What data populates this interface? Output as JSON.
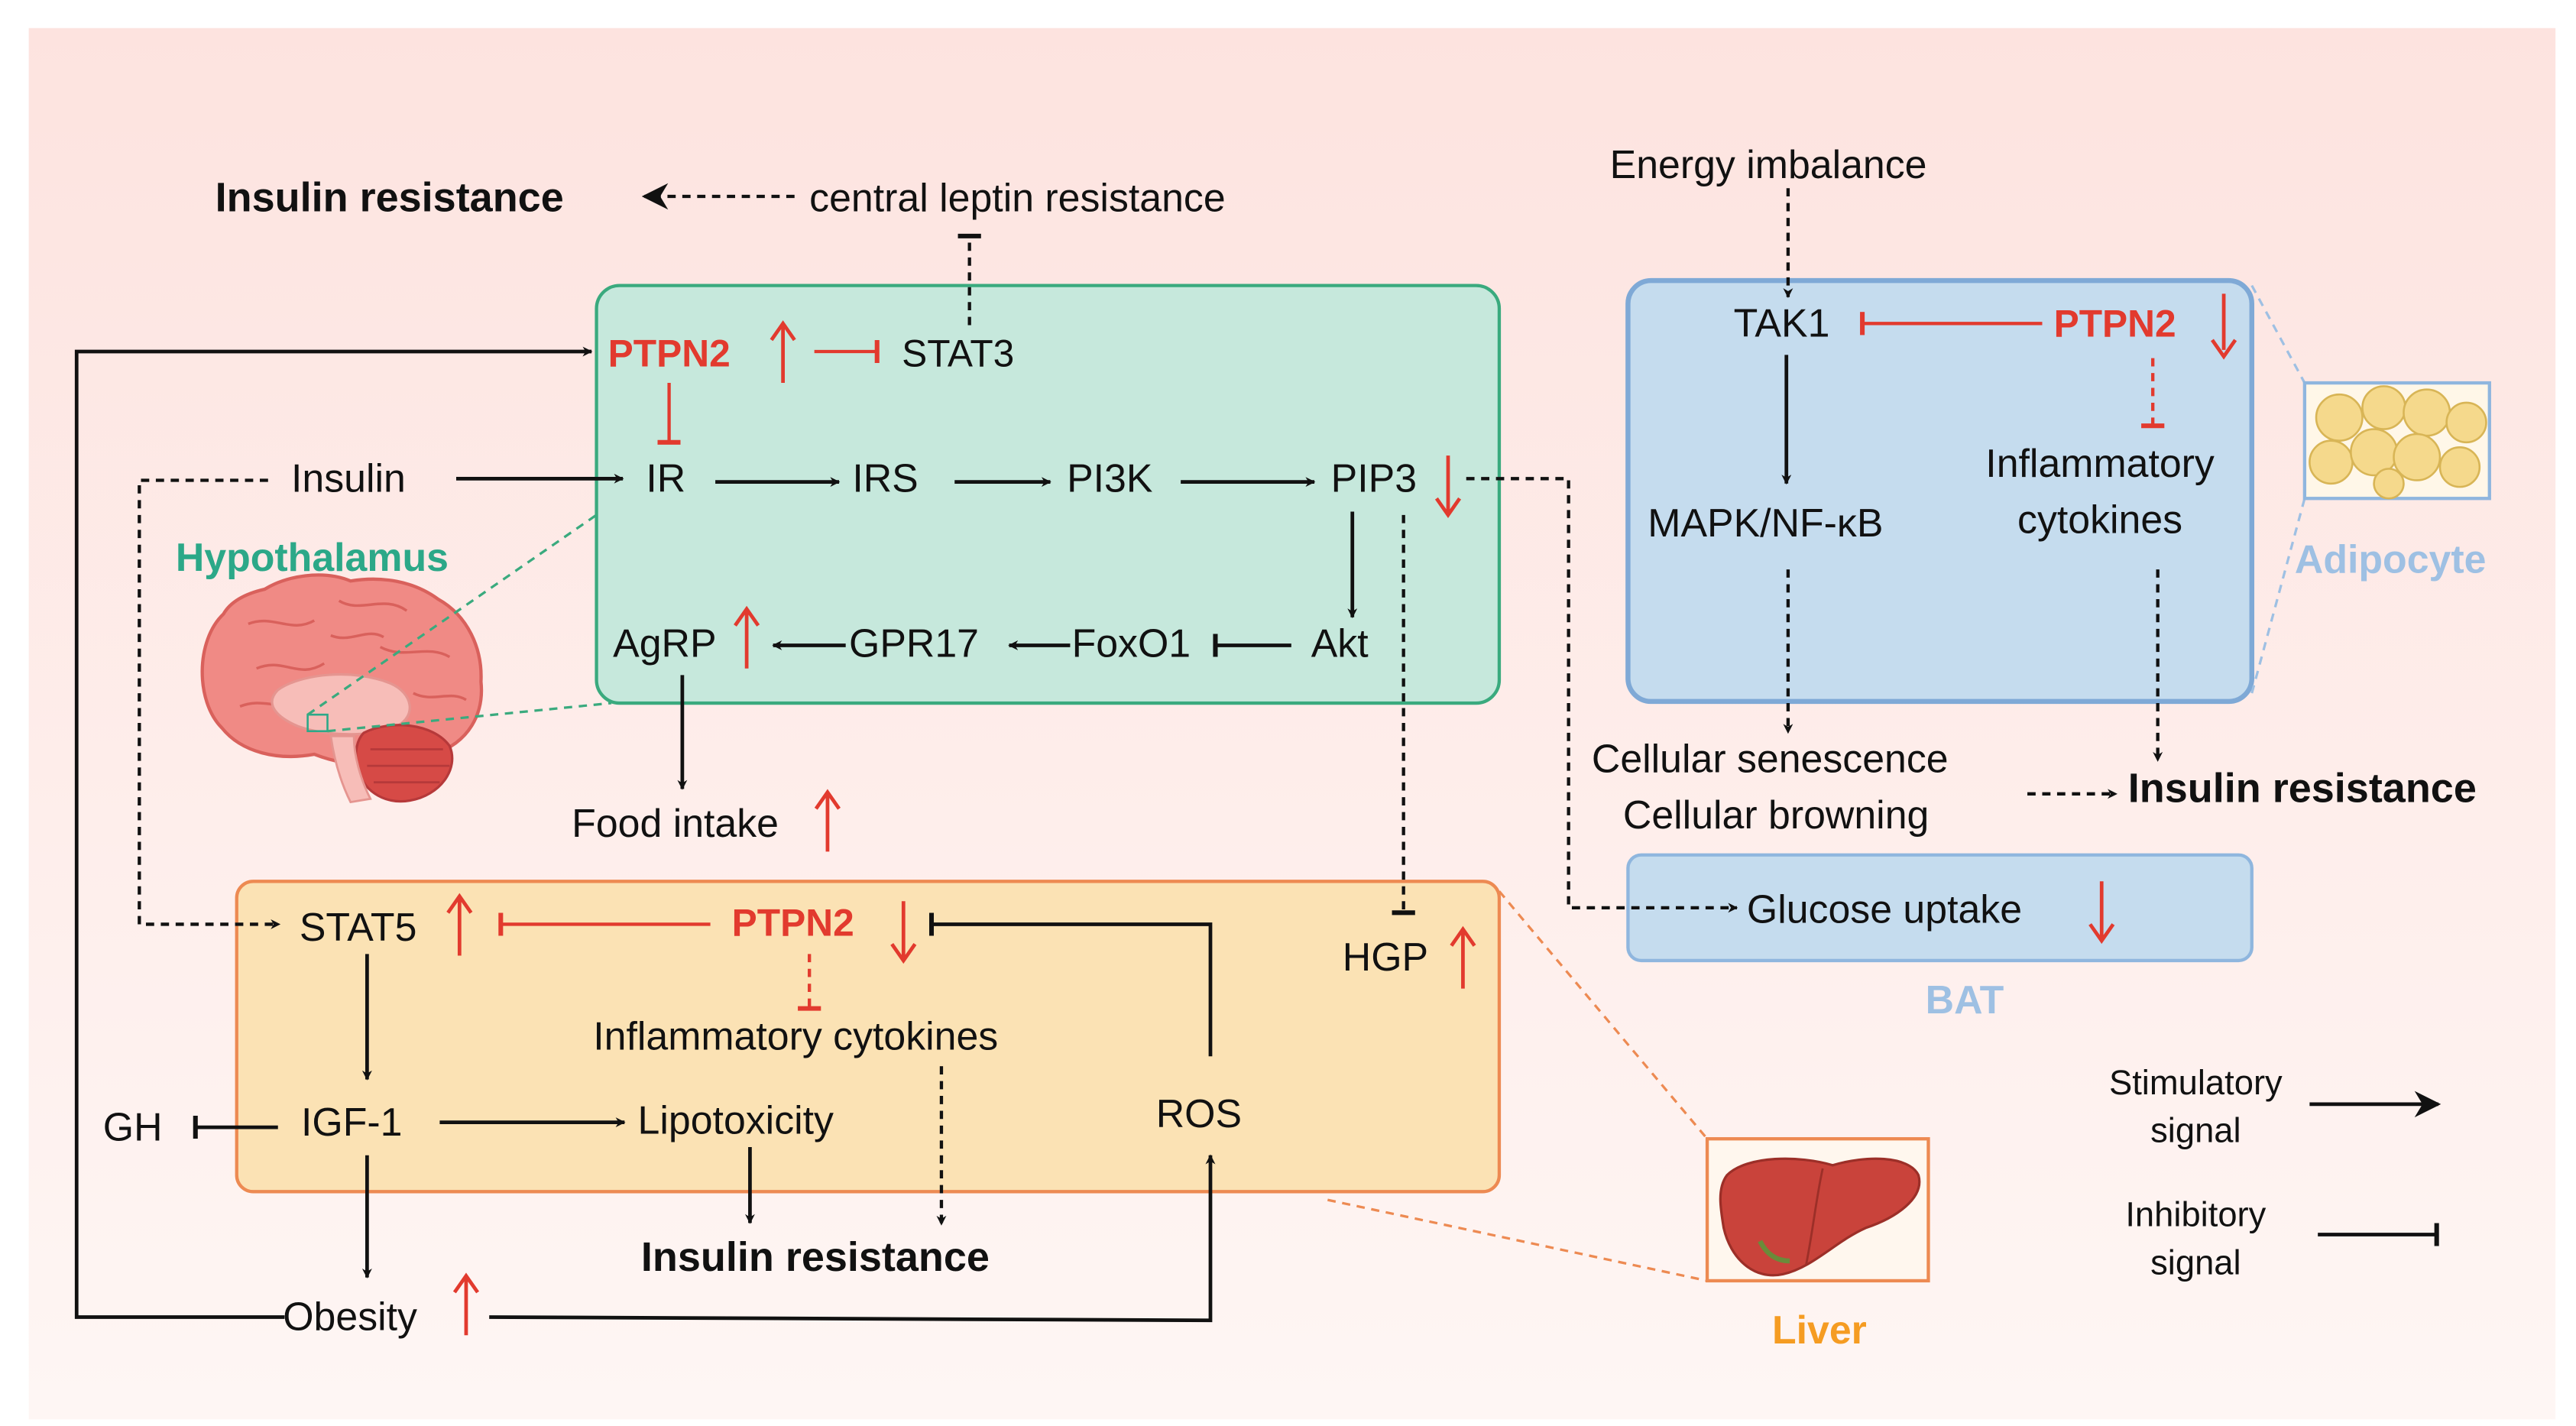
{
  "colors": {
    "background_top": "#fde3df",
    "background_bottom": "#fef6f4",
    "hypothalamus_fill": "#c6e8dc",
    "hypothalamus_stroke": "#3aaa7e",
    "adipocyte_fill": "#c5dcee",
    "adipocyte_stroke": "#7fa9d6",
    "liver_fill": "#fbe2b4",
    "liver_stroke": "#ed8a52",
    "bat_fill": "#c5dcee",
    "inhibit_red": "#e23a2e",
    "label_teal": "#2ca888",
    "label_blue": "#9ec0e3",
    "label_orange": "#f59c22"
  },
  "hypothalamus": {
    "label": "Hypothalamus",
    "ptpn2": "PTPN2",
    "stat3": "STAT3",
    "ir": "IR",
    "irs": "IRS",
    "pi3k": "PI3K",
    "pip3": "PIP3",
    "akt": "Akt",
    "foxo1": "FoxO1",
    "gpr17": "GPR17",
    "agrp": "AgRP",
    "insulin": "Insulin"
  },
  "top": {
    "insulin_resistance": "Insulin resistance",
    "central_leptin_resistance": "central leptin resistance",
    "food_intake": "Food intake"
  },
  "adipocyte": {
    "label": "Adipocyte",
    "energy_imbalance": "Energy imbalance",
    "tak1": "TAK1",
    "ptpn2": "PTPN2",
    "mapk": "MAPK/NF-κB",
    "inflammatory_line1": "Inflammatory",
    "inflammatory_line2": "cytokines",
    "cellular_senescence": "Cellular senescence",
    "cellular_browning": "Cellular browning",
    "insulin_resistance": "Insulin resistance"
  },
  "bat": {
    "label": "BAT",
    "glucose_uptake": "Glucose uptake"
  },
  "liver": {
    "label": "Liver",
    "stat5": "STAT5",
    "ptpn2": "PTPN2",
    "hgp": "HGP",
    "inflammatory_cytokines": "Inflammatory cytokines",
    "gh": "GH",
    "igf1": "IGF-1",
    "lipotoxicity": "Lipotoxicity",
    "ros": "ROS",
    "insulin_resistance": "Insulin resistance",
    "obesity": "Obesity"
  },
  "legend": {
    "stimulatory_line1": "Stimulatory",
    "stimulatory_line2": "signal",
    "inhibitory_line1": "Inhibitory",
    "inhibitory_line2": "signal"
  }
}
